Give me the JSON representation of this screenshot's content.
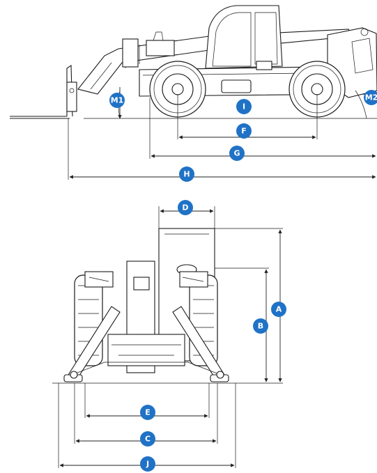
{
  "labels": {
    "M1": "M1",
    "M2": "M2",
    "I": "I",
    "F": "F",
    "G": "G",
    "H": "H",
    "D": "D",
    "A": "A",
    "B": "B",
    "E": "E",
    "C": "C",
    "J": "J"
  },
  "colors": {
    "badge": "#1f72c6",
    "line": "#1a1a1a"
  }
}
